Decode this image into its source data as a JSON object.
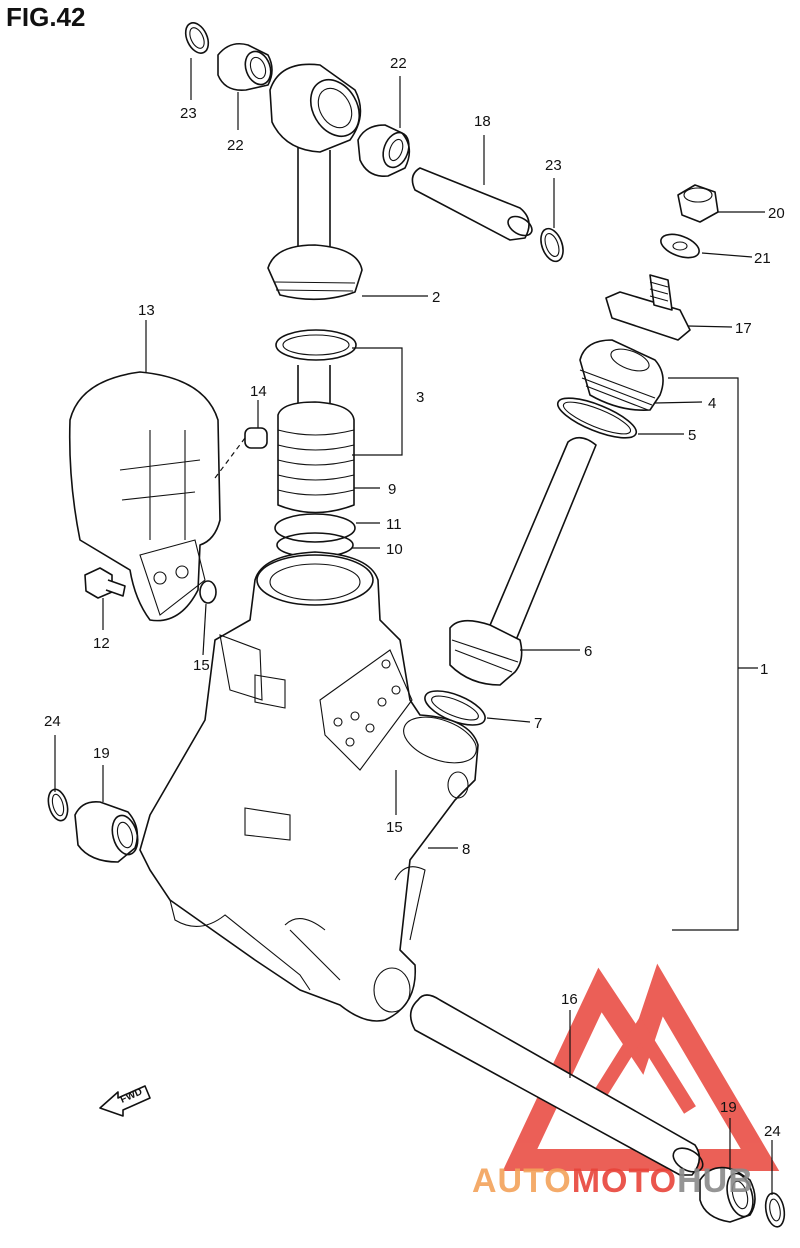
{
  "figure": {
    "title": "FIG.42"
  },
  "labels": [
    {
      "id": "l23a",
      "text": "23"
    },
    {
      "id": "l22a",
      "text": "22"
    },
    {
      "id": "l22b",
      "text": "22"
    },
    {
      "id": "l18",
      "text": "18"
    },
    {
      "id": "l23b",
      "text": "23"
    },
    {
      "id": "l20",
      "text": "20"
    },
    {
      "id": "l21",
      "text": "21"
    },
    {
      "id": "l2",
      "text": "2"
    },
    {
      "id": "l17",
      "text": "17"
    },
    {
      "id": "l13",
      "text": "13"
    },
    {
      "id": "l3",
      "text": "3"
    },
    {
      "id": "l4",
      "text": "4"
    },
    {
      "id": "l14",
      "text": "14"
    },
    {
      "id": "l5",
      "text": "5"
    },
    {
      "id": "l9",
      "text": "9"
    },
    {
      "id": "l11",
      "text": "11"
    },
    {
      "id": "l10",
      "text": "10"
    },
    {
      "id": "l12",
      "text": "12"
    },
    {
      "id": "l6",
      "text": "6"
    },
    {
      "id": "l15a",
      "text": "15"
    },
    {
      "id": "l1",
      "text": "1"
    },
    {
      "id": "l7",
      "text": "7"
    },
    {
      "id": "l24a",
      "text": "24"
    },
    {
      "id": "l19a",
      "text": "19"
    },
    {
      "id": "l15b",
      "text": "15"
    },
    {
      "id": "l8",
      "text": "8"
    },
    {
      "id": "l16",
      "text": "16"
    },
    {
      "id": "l19b",
      "text": "19"
    },
    {
      "id": "l24b",
      "text": "24"
    }
  ],
  "direction_marker": {
    "text": "FWD"
  },
  "watermark": {
    "part1": "AUTO",
    "part2": "MOTO",
    "part3": "HUB",
    "colors": {
      "orange": "#f3a35a",
      "red": "#e8443a",
      "gray": "#8a8a8a"
    }
  }
}
